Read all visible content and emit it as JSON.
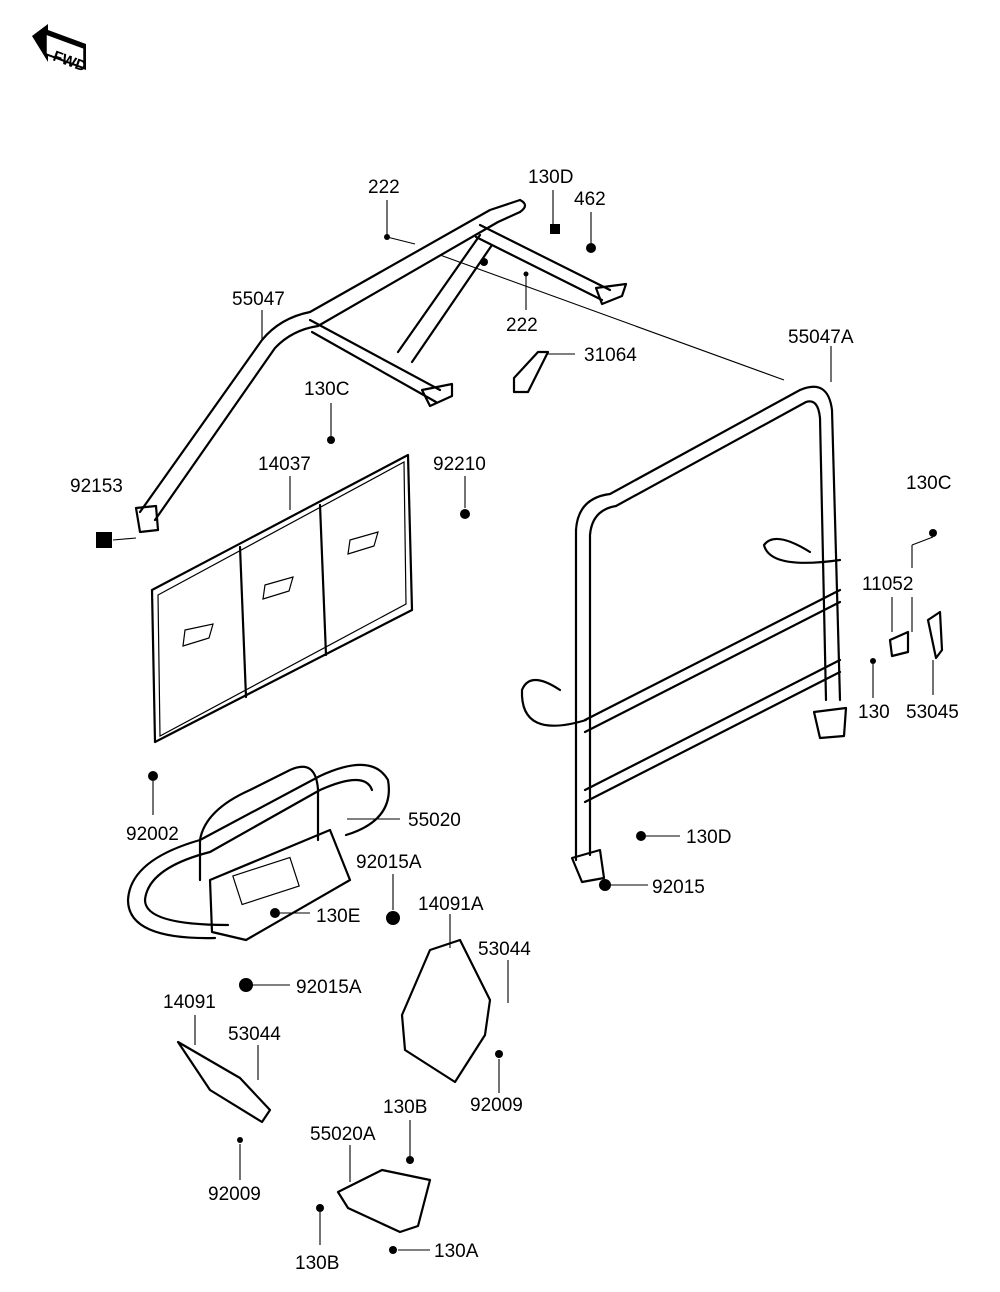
{
  "fwd_arrow": {
    "text": "FWD"
  },
  "labels": {
    "p222a": "222",
    "p130d_top": "130D",
    "p462": "462",
    "p55047": "55047",
    "p222b": "222",
    "p31064": "31064",
    "p55047a": "55047A",
    "p130c_left": "130C",
    "p14037": "14037",
    "p92210": "92210",
    "p92153": "92153",
    "p130c_right": "130C",
    "p11052": "11052",
    "p130": "130",
    "p53045": "53045",
    "p92002": "92002",
    "p55020": "55020",
    "p92015a_top": "92015A",
    "p130e": "130E",
    "p92015a_bot": "92015A",
    "p130d_mid": "130D",
    "p92015": "92015",
    "p14091a": "14091A",
    "p53044_right": "53044",
    "p14091": "14091",
    "p53044_left": "53044",
    "p92009_right": "92009",
    "p130b_top": "130B",
    "p55020a": "55020A",
    "p92009_left": "92009",
    "p130b_bot": "130B",
    "p130a": "130A"
  }
}
